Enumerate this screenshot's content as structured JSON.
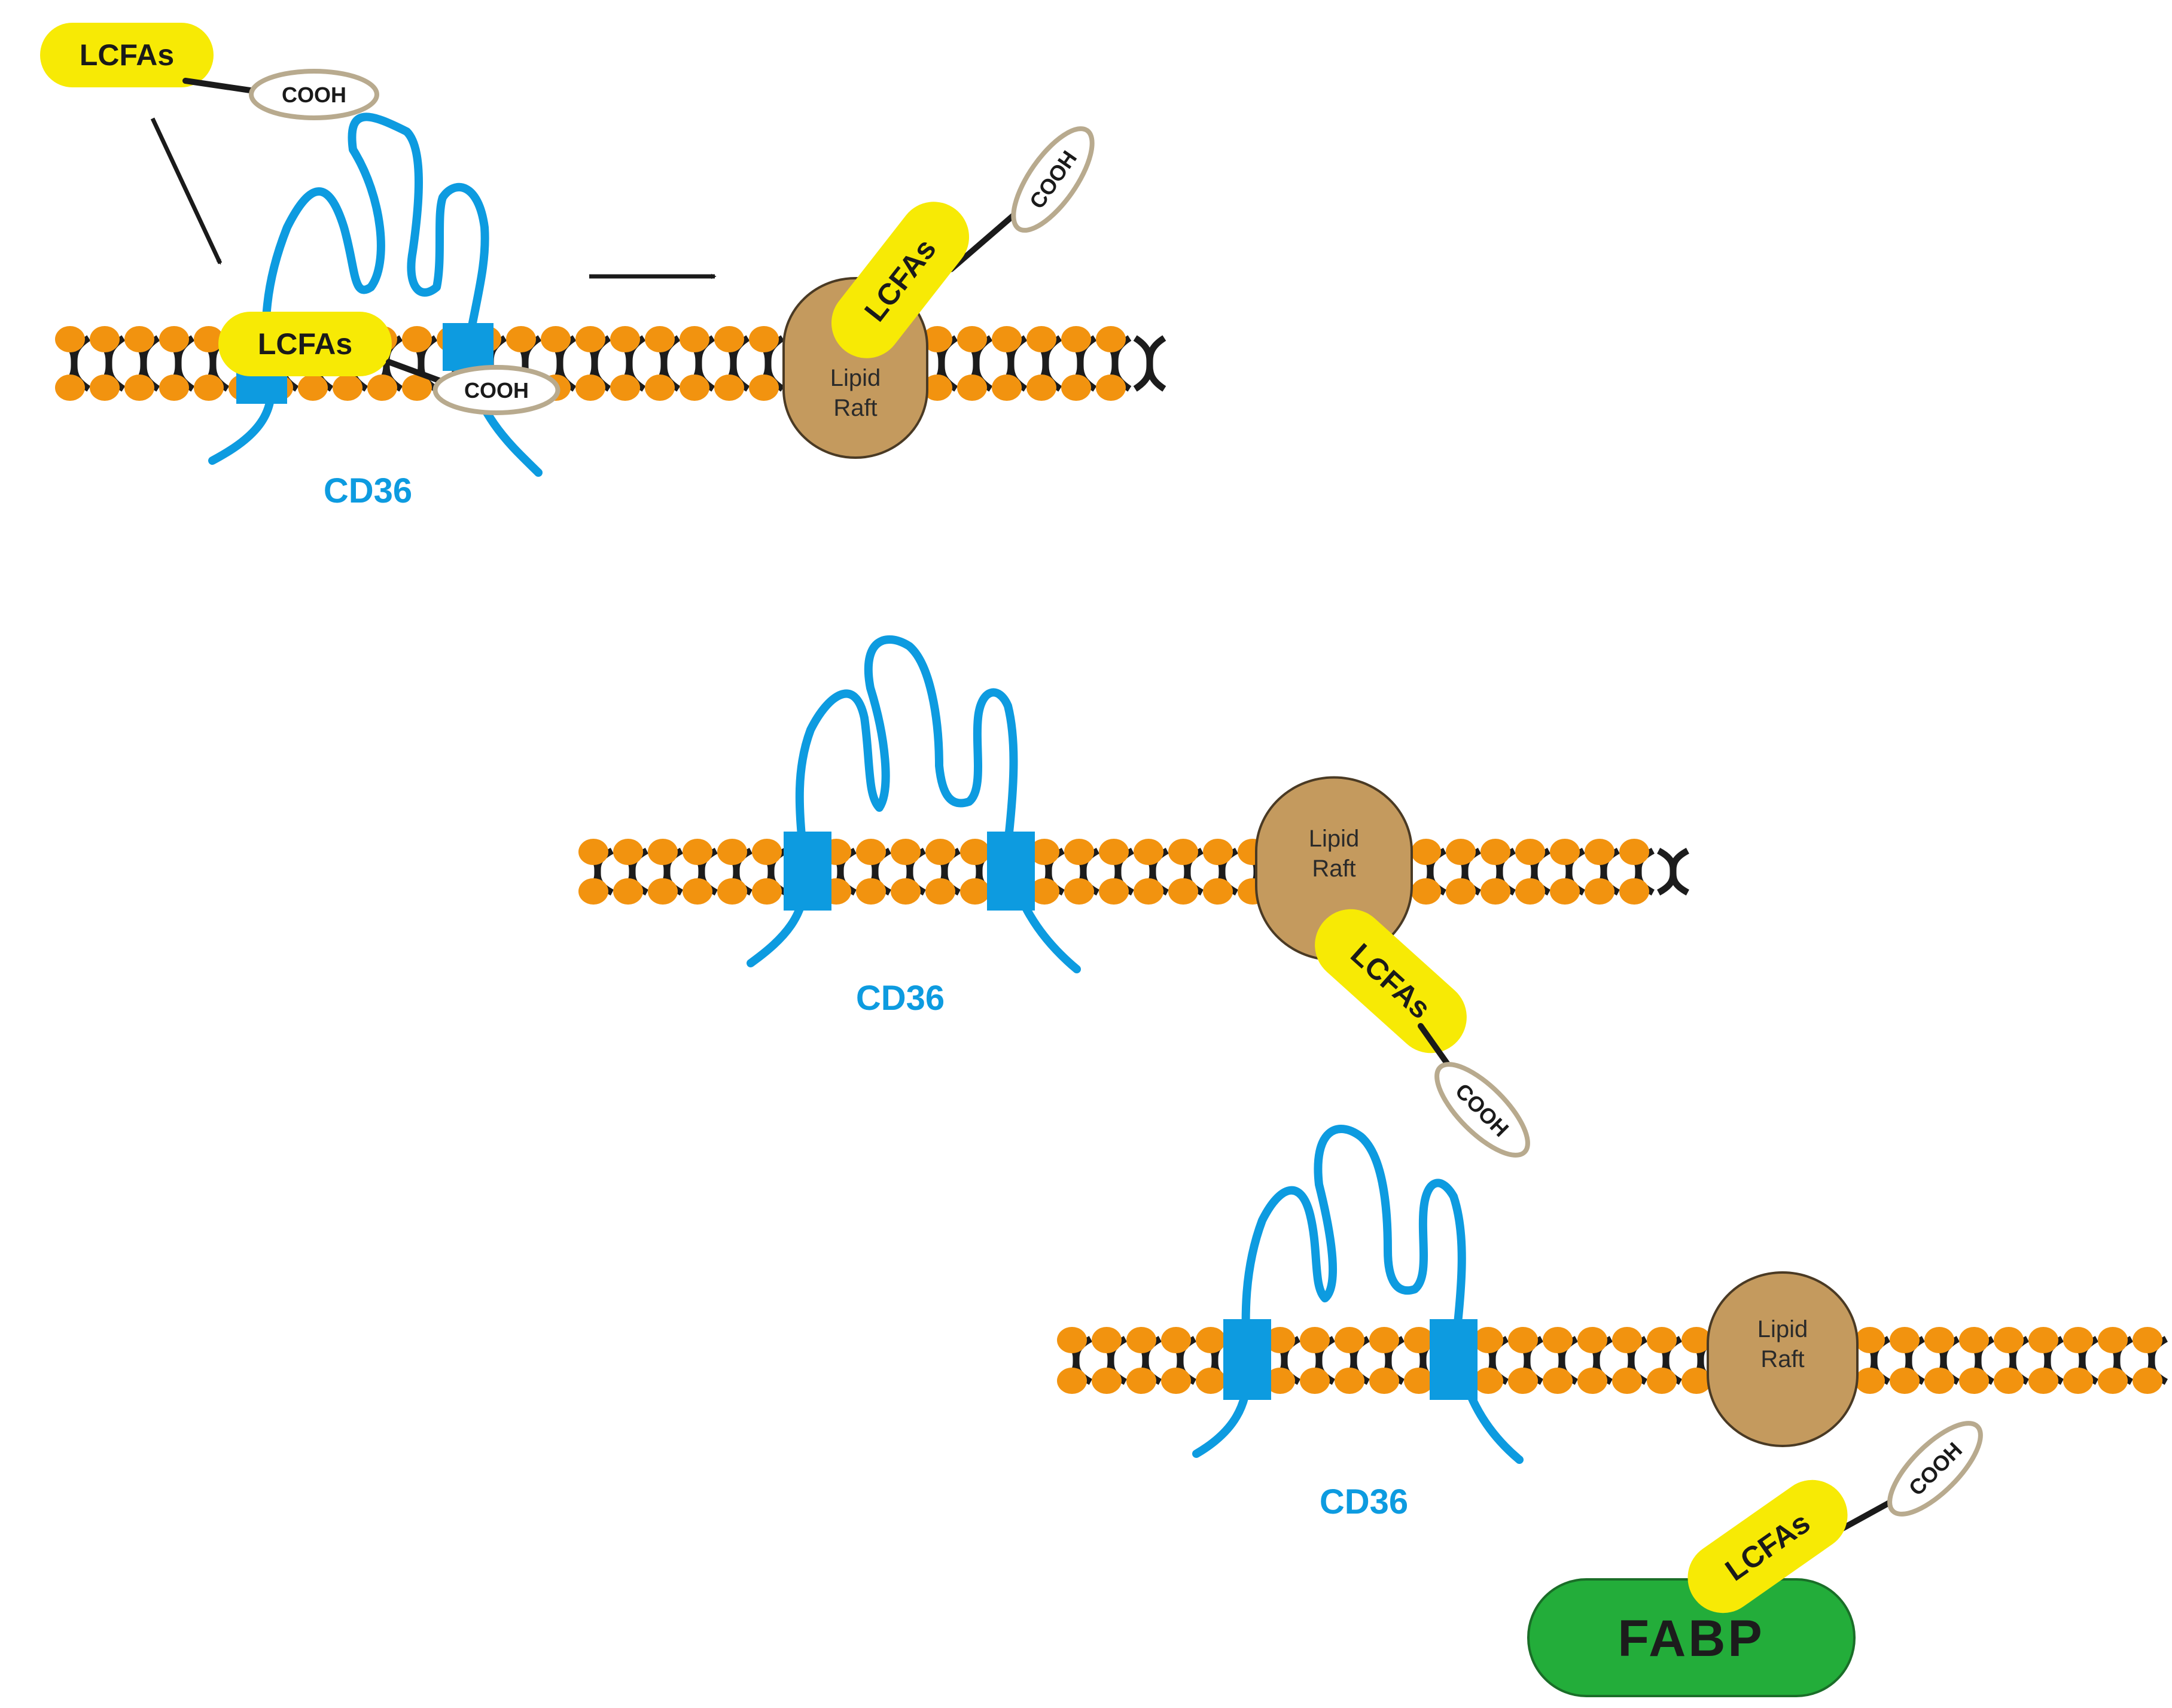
{
  "colors": {
    "lipid_head": "#f2930f",
    "lipid_tail": "#1c1c1c",
    "cd36": "#0d9be0",
    "lcfa": "#f7ea05",
    "cooh_fill": "#ffffff",
    "cooh_stroke": "#b8aa8e",
    "raft": "#c49a5e",
    "raft_stroke": "#4a3a24",
    "fabp": "#23ad3a",
    "arrow": "#1a1a1a"
  },
  "labels": {
    "lcfa": "LCFAs",
    "cooh": "COOH",
    "cd36": "CD36",
    "raft_line1": "Lipid",
    "raft_line2": "Raft",
    "fabp": "FABP"
  },
  "panels": [
    {
      "name": "step-1-binding"
    },
    {
      "name": "step-2-translocation"
    },
    {
      "name": "step-3-fabp-transfer"
    }
  ]
}
